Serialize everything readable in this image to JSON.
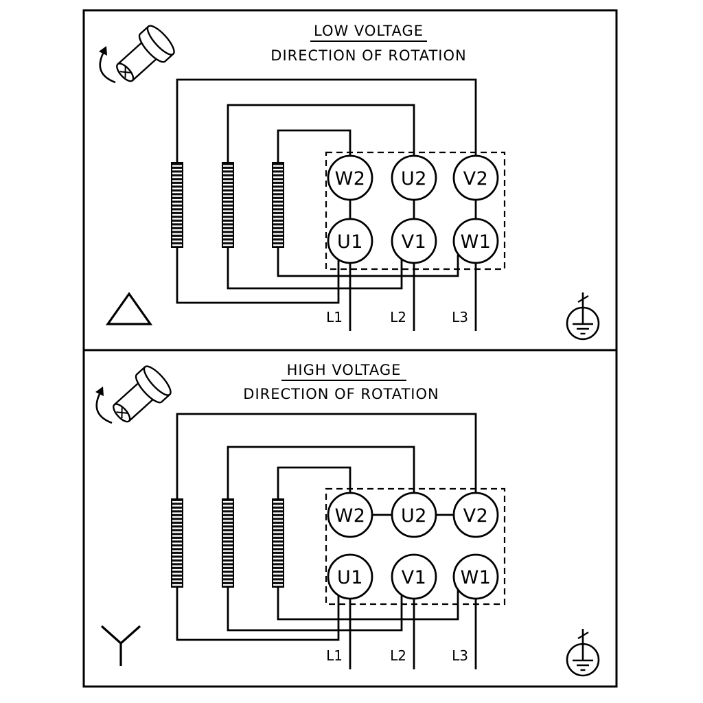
{
  "colors": {
    "background": "#ffffff",
    "line": "#000000",
    "text": "#000000"
  },
  "panels": [
    {
      "id": "low-voltage",
      "title": "LOW VOLTAGE",
      "subtitle": "DIRECTION OF ROTATION",
      "connection": "delta",
      "terminals_top": [
        "W2",
        "U2",
        "V2"
      ],
      "terminals_bottom": [
        "U1",
        "V1",
        "W1"
      ],
      "supply_lines": [
        "L1",
        "L2",
        "L3"
      ]
    },
    {
      "id": "high-voltage",
      "title": "HIGH VOLTAGE",
      "subtitle": "DIRECTION OF ROTATION",
      "connection": "star",
      "terminals_top": [
        "W2",
        "U2",
        "V2"
      ],
      "terminals_bottom": [
        "U1",
        "V1",
        "W1"
      ],
      "supply_lines": [
        "L1",
        "L2",
        "L3"
      ]
    }
  ],
  "icons": {
    "rotation": "rotating-shaft-with-direction-arrow",
    "delta": "delta-connection-symbol",
    "star": "star-wye-connection-symbol",
    "ground": "protective-earth-ground-symbol"
  }
}
